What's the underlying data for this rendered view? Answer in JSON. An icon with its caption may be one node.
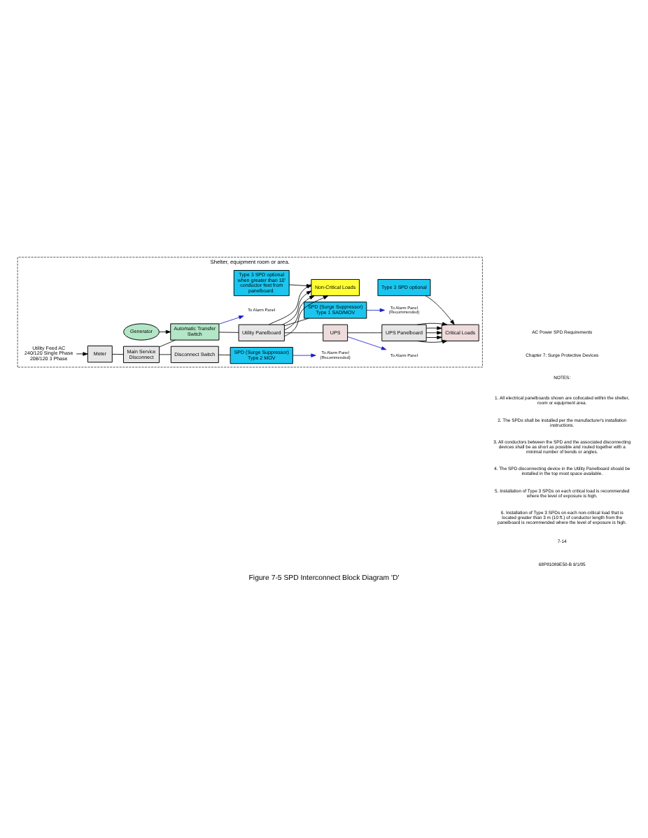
{
  "diagram": {
    "caption": "Figure 7-5 SPD Interconnect Block Diagram 'D'",
    "nodes": [
      {
        "text": [
          "Shelter, equipment room or area."
        ]
      },
      {
        "text": [
          "Disconnect Switch"
        ],
        "in": 0
      },
      {
        "text": [
          "SPD (Surge Suppressor) Type 2 MOV"
        ],
        "in": 0
      },
      {
        "text": [
          "Main Service Disconnect"
        ],
        "in": 0
      },
      {
        "text": [
          "Meter"
        ],
        "in": 0
      },
      {
        "text": [
          "Automatic Transfer Switch"
        ],
        "in": 0
      },
      {
        "text": [
          "Generator"
        ],
        "in": 0
      },
      {
        "text": [
          "SPD (Surge Suppressor) Type 1 SAD/MOV"
        ],
        "in": 0
      },
      {
        "text": [
          "Utility Panelboard"
        ],
        "in": 0
      },
      {
        "text": [
          "Type 3 SPD optional when greater than 10' conductor feet from panelboard."
        ],
        "in": 0
      },
      {
        "text": [
          "Non-Critical Loads"
        ],
        "in": 0
      },
      {
        "text": [
          "UPS"
        ],
        "in": 0
      },
      {
        "text": [
          "UPS Panelboard"
        ],
        "in": 0
      },
      {
        "text": [
          "Type 3 SPD optional"
        ],
        "in": 0
      },
      {
        "text": [
          "Critical Loads"
        ],
        "in": 0
      },
      {
        "text": [
          "To Alarm Panel (Recommended)"
        ],
        "in": 0
      },
      {
        "text": [
          "To Alarm Panel"
        ],
        "in": 0
      },
      {
        "text": [
          "To Alarm Panel (Recommended)"
        ],
        "in": 0
      },
      {
        "text": [
          "To Alarm Panel"
        ],
        "in": 0
      },
      {
        "text": [
          "Utility Feed AC 240/120 Single Phase 208/120 3 Phase"
        ],
        "in": 0
      }
    ],
    "edges": [
      {
        "from": 19,
        "to": 4,
        "arrow": "to"
      },
      {
        "from": 4,
        "to": 3,
        "arrow": "none"
      },
      {
        "from": 3,
        "to": 1,
        "arrow": "none"
      },
      {
        "from": 1,
        "to": 2,
        "arrow": "none"
      },
      {
        "from": 2,
        "to": 15,
        "arrow": "to",
        "color": "#1a1acc"
      },
      {
        "from": 3,
        "to": 5,
        "arrow": "none"
      },
      {
        "from": 5,
        "to": 16,
        "arrow": "to",
        "color": "#1a1acc"
      },
      {
        "from": 6,
        "to": 5,
        "arrow": "to"
      },
      {
        "from": 5,
        "to": 8,
        "arrow": "none"
      },
      {
        "from": 8,
        "to": 7,
        "arrow": "none"
      },
      {
        "from": 7,
        "to": 17,
        "arrow": "to",
        "color": "#1a1acc"
      },
      {
        "from": 8,
        "to": 10,
        "arrow": "to"
      },
      {
        "from": 8,
        "to": 10,
        "arrow": "to"
      },
      {
        "from": 8,
        "to": 10,
        "arrow": "to"
      },
      {
        "from": 8,
        "to": 10,
        "arrow": "to"
      },
      {
        "from": 9,
        "to": 10,
        "arrow": "to"
      },
      {
        "from": 8,
        "to": 11,
        "arrow": "none"
      },
      {
        "from": 11,
        "to": 18,
        "arrow": "to",
        "color": "#1a1acc"
      },
      {
        "from": 11,
        "to": 12,
        "arrow": "none"
      },
      {
        "from": 12,
        "to": 14,
        "arrow": "to"
      },
      {
        "from": 12,
        "to": 14,
        "arrow": "to"
      },
      {
        "from": 12,
        "to": 14,
        "arrow": "to"
      },
      {
        "from": 12,
        "to": 14,
        "arrow": "to"
      },
      {
        "from": 12,
        "to": 14,
        "arrow": "to"
      },
      {
        "from": 13,
        "to": 14,
        "arrow": "to"
      }
    ],
    "labels": [
      "AC Power SPD Requirements",
      "Chapter 7: Surge Protective Devices",
      "NOTES:",
      "1. All electrical panelboards shown are collocated within the shelter, room or equipment area.",
      "2. The SPDs shall be installed per the manufacturer's installation instructions.",
      "3. All conductors between the SPD and the associated disconnecting devices shall be as short as possible and routed together with a minimal number of bends or angles.",
      "4. The SPD disconnecting device in the Utility Panelboard should be installed in the top most space available.",
      "5. Installation of Type 3 SPDs on each critical load is recommended where the level of exposure is high.",
      "6. Installation of Type 3 SPDs on each non-critical load that is located greater than 3 m (10 ft.) of conductor length from the panelboard is recommended where the level of exposure is high.",
      "7-14",
      "68P81089E50-B 9/1/05"
    ]
  }
}
